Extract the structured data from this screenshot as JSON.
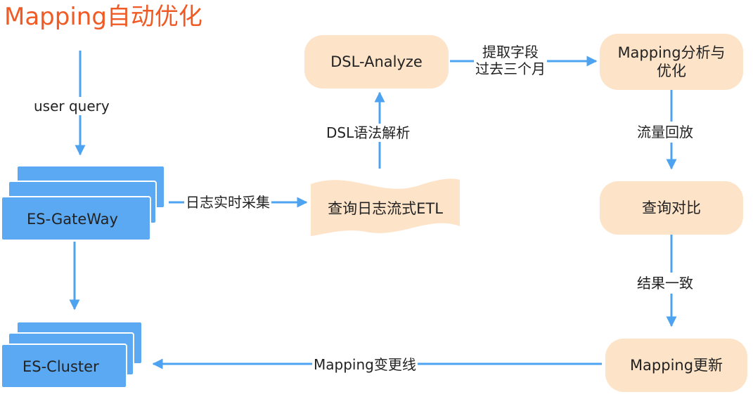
{
  "title": "Mapping自动优化",
  "nodes": {
    "gateway": "ES-GateWay",
    "cluster": "ES-Cluster",
    "dsl_analyze": "DSL-Analyze",
    "etl": "查询日志流式ETL",
    "mapping_analyze_line1": "Mapping分析与",
    "mapping_analyze_line2": "优化",
    "compare": "查询对比",
    "mapping_update": "Mapping更新"
  },
  "edges": {
    "user_query": "user query",
    "realtime_collect": "日志实时采集",
    "dsl_parse": "DSL语法解析",
    "extract_line1": "提取字段",
    "extract_line2": "过去三个月",
    "replay": "流量回放",
    "consistent": "结果一致",
    "mapping_change": "Mapping变更线"
  },
  "colors": {
    "title": "#f05a24",
    "arrow": "#4da3f0",
    "blue_box": "#5aa9f2",
    "peach_box": "#fde3c8"
  }
}
